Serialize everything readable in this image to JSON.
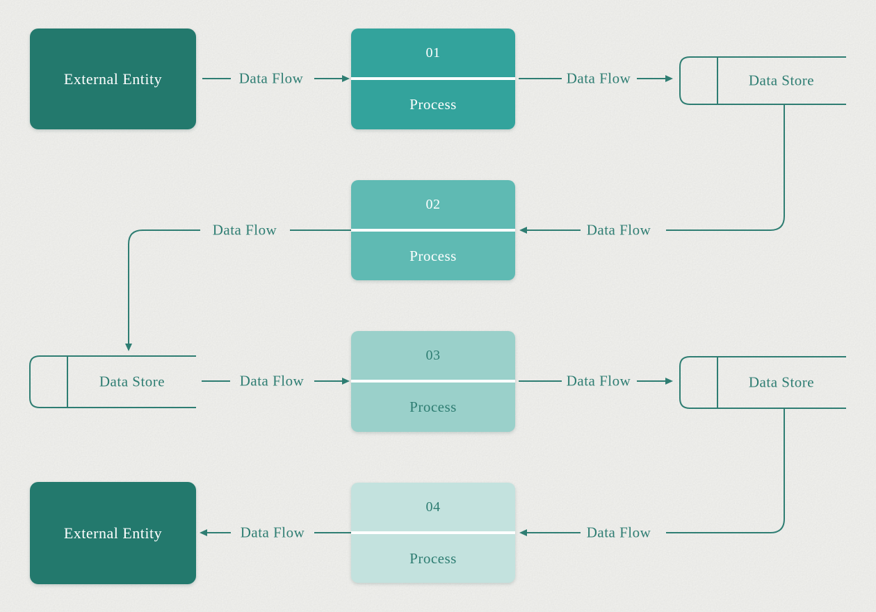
{
  "diagram": {
    "kind": "data-flow-diagram",
    "colors": {
      "background": "#f5f5f2",
      "line": "#2e7d72",
      "external_entity_fill": "#23796d",
      "process_fills": [
        "#33a39c",
        "#5fbab3",
        "#9ad0ca",
        "#c3e2de"
      ],
      "text_light": "#ffffff",
      "text_dark": "#2e7d72",
      "divider": "#ffffff"
    },
    "external_entities": [
      {
        "id": "external-entity-top-left",
        "label": "External Entity"
      },
      {
        "id": "external-entity-bottom-left",
        "label": "External Entity"
      }
    ],
    "processes": [
      {
        "id": "process-01",
        "number": "01",
        "label": "Process"
      },
      {
        "id": "process-02",
        "number": "02",
        "label": "Process"
      },
      {
        "id": "process-03",
        "number": "03",
        "label": "Process"
      },
      {
        "id": "process-04",
        "number": "04",
        "label": "Process"
      }
    ],
    "data_stores": [
      {
        "id": "data-store-top-right",
        "label": "Data Store"
      },
      {
        "id": "data-store-middle-left",
        "label": "Data Store"
      },
      {
        "id": "data-store-bottom-right",
        "label": "Data Store"
      }
    ],
    "flows": [
      {
        "label": "Data Flow",
        "from": "external-entity-top-left",
        "to": "process-01"
      },
      {
        "label": "Data Flow",
        "from": "process-01",
        "to": "data-store-top-right"
      },
      {
        "label": "Data Flow",
        "from": "data-store-top-right",
        "to": "process-02"
      },
      {
        "label": "Data Flow",
        "from": "process-02",
        "to": "data-store-middle-left"
      },
      {
        "label": "Data Flow",
        "from": "data-store-middle-left",
        "to": "process-03"
      },
      {
        "label": "Data Flow",
        "from": "process-03",
        "to": "data-store-bottom-right"
      },
      {
        "label": "Data Flow",
        "from": "data-store-bottom-right",
        "to": "process-04"
      },
      {
        "label": "Data Flow",
        "from": "process-04",
        "to": "external-entity-bottom-left"
      }
    ]
  }
}
